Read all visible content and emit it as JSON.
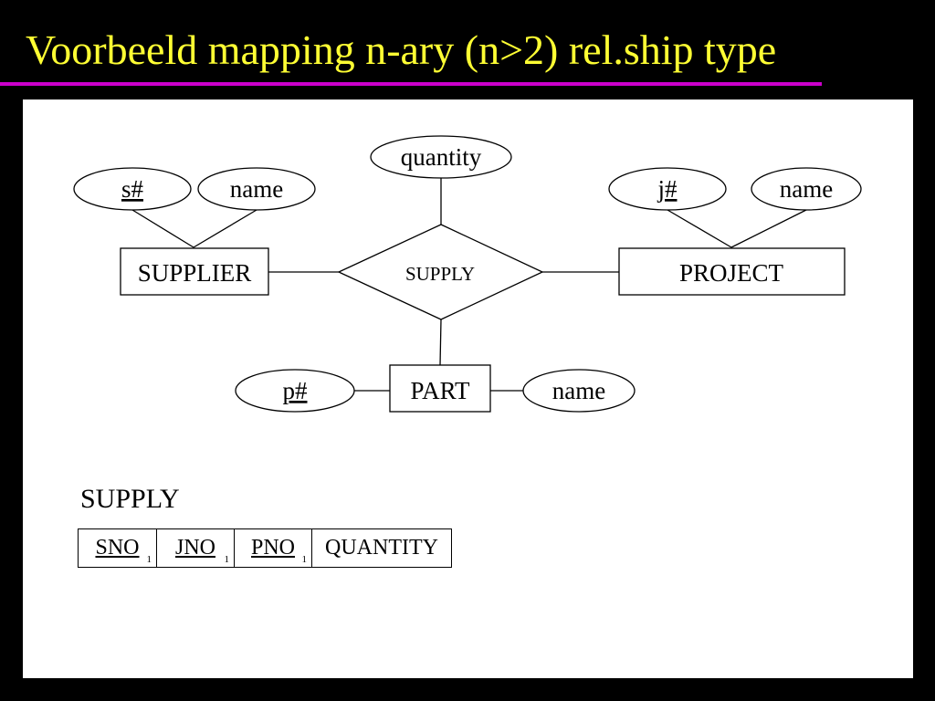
{
  "slide": {
    "title": "Voorbeeld mapping n-ary (n>2) rel.ship type",
    "colors": {
      "background": "#000000",
      "title": "#ffff33",
      "rule": "#cc00cc",
      "panel": "#ffffff"
    }
  },
  "diagram": {
    "entities": {
      "supplier": "SUPPLIER",
      "project": "PROJECT",
      "part": "PART"
    },
    "relationship": "SUPPLY",
    "attributes": {
      "quantity": "quantity",
      "supplier_key": "s#",
      "supplier_name": "name",
      "project_key": "j#",
      "project_name": "name",
      "part_key": "p#",
      "part_name": "name"
    }
  },
  "relation": {
    "name": "SUPPLY",
    "columns": [
      {
        "label": "SNO",
        "primary_key": true,
        "subscript": "1"
      },
      {
        "label": "JNO",
        "primary_key": true,
        "subscript": "1"
      },
      {
        "label": "PNO",
        "primary_key": true,
        "subscript": "1"
      },
      {
        "label": "QUANTITY",
        "primary_key": false,
        "subscript": ""
      }
    ]
  }
}
